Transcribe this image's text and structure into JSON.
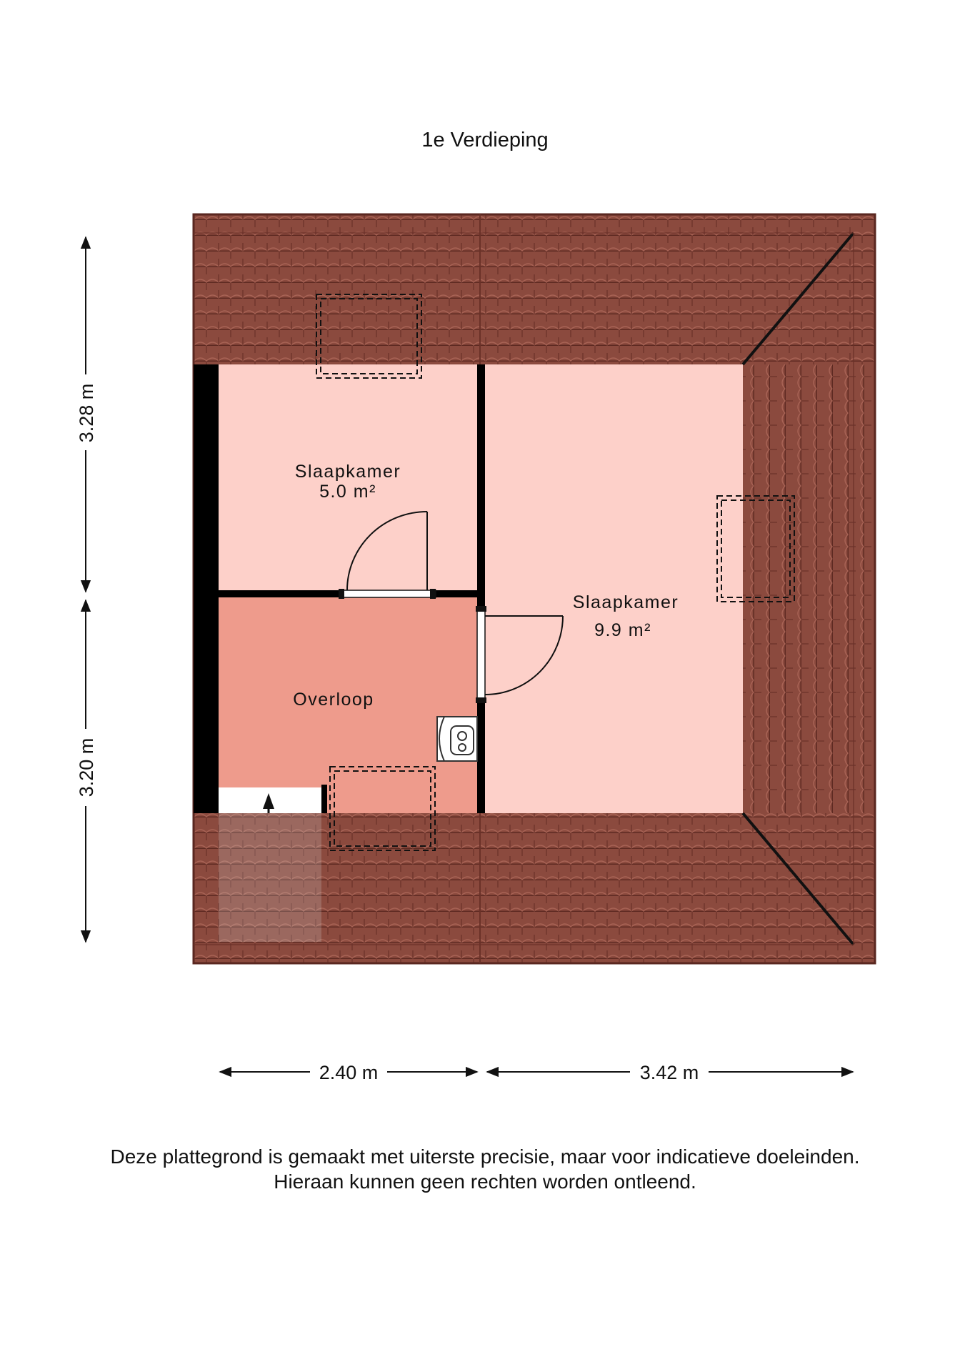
{
  "floor_title": "1e Verdieping",
  "rooms": [
    {
      "name": "Slaapkamer",
      "area": "5.0 m²"
    },
    {
      "name": "Overloop"
    },
    {
      "name": "Slaapkamer",
      "area": "9.9 m²"
    }
  ],
  "dimensions": {
    "height_upper": "3.28 m",
    "height_lower": "3.20 m",
    "width_left": "2.40 m",
    "width_right": "3.42 m"
  },
  "disclaimer": {
    "line1": "Deze plattegrond is gemaakt met uiterste precisie, maar voor indicatieve doeleinden.",
    "line2": "Hieraan kunnen geen rechten worden ontleend."
  },
  "colors": {
    "roof": "#8b4a3e",
    "roof_tile_line": "#5e2a22",
    "bedroom": "#fdd0c9",
    "landing": "#ee9b8c",
    "wall": "#000000",
    "dimension_line": "#111111"
  }
}
